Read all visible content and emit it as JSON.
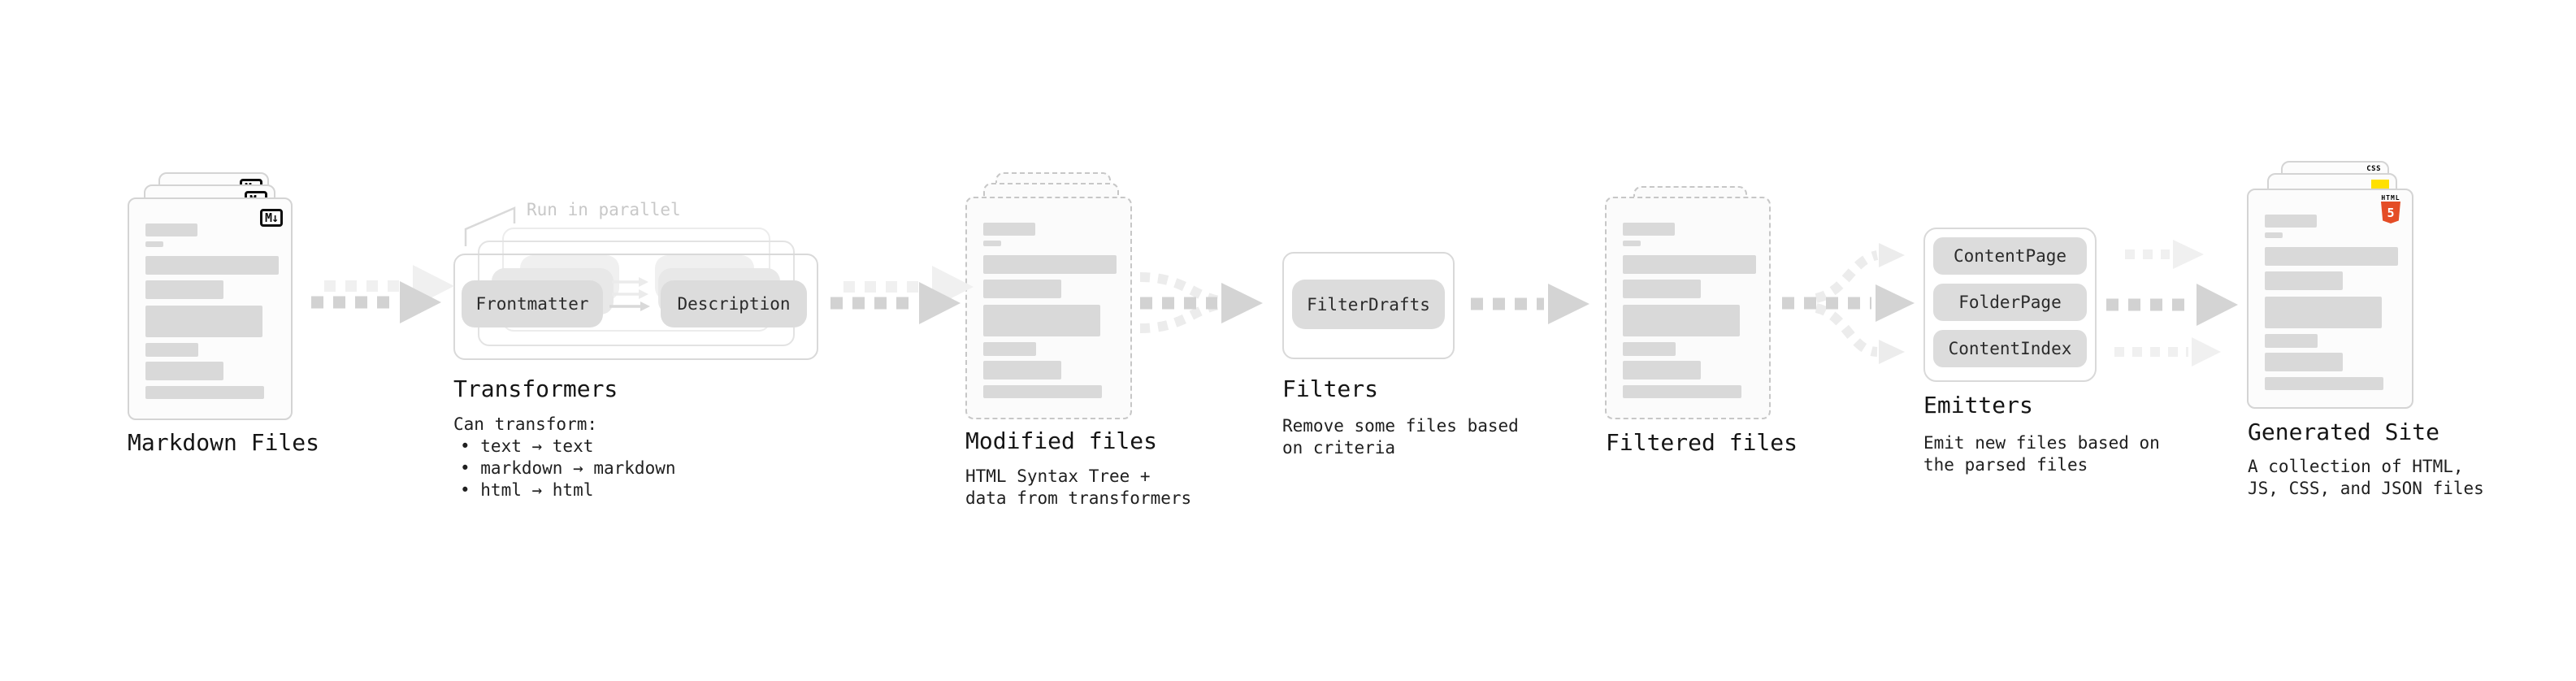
{
  "stages": {
    "markdown_files": {
      "label": "Markdown Files",
      "badge": "M↓"
    },
    "transformers": {
      "annotation": "Run in parallel",
      "pill_left": "Frontmatter",
      "pill_right": "Description",
      "title": "Transformers",
      "caption_heading": "Can transform:",
      "bullets": [
        "• text → text",
        "• markdown → markdown",
        "• html → html"
      ]
    },
    "modified_files": {
      "title": "Modified files",
      "caption": "HTML Syntax Tree +\ndata from transformers"
    },
    "filters": {
      "pill": "FilterDrafts",
      "title": "Filters",
      "caption": "Remove some files based\non criteria"
    },
    "filtered_files": {
      "title": "Filtered files"
    },
    "emitters": {
      "pills": [
        "ContentPage",
        "FolderPage",
        "ContentIndex"
      ],
      "title": "Emitters",
      "caption": "Emit new files based on\nthe parsed files"
    },
    "generated_site": {
      "title": "Generated Site",
      "caption": "A collection of HTML,\nJS, CSS, and JSON files",
      "css_badge": "CSS",
      "html_badge_label": "HTML",
      "html_badge_number": "5"
    }
  },
  "colors": {
    "html5_orange": "#E44D26",
    "js_yellow": "#FFE000",
    "css_blue": "#2160F3",
    "bar_gray": "#d9d9d9"
  }
}
